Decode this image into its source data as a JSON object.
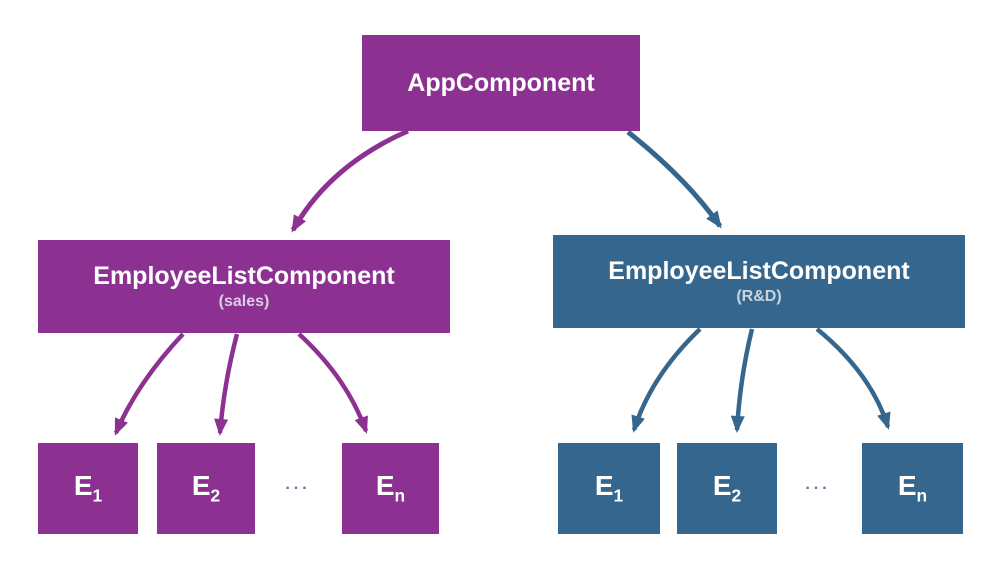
{
  "diagram": {
    "colors": {
      "background": "#ffffff",
      "purple": "#8c3191",
      "blue": "#35678e",
      "label": "#ffffff",
      "sub_sales": "#d8d0e0",
      "sub_rnd": "#c8d3dc",
      "ellipsis": "#54779e"
    },
    "root": {
      "label": "AppComponent"
    },
    "groups": [
      {
        "id": "sales",
        "parent": {
          "label": "EmployeeListComponent",
          "sublabel": "(sales)"
        },
        "children": [
          {
            "base": "E",
            "sub": "1"
          },
          {
            "base": "E",
            "sub": "2"
          },
          {
            "base": "E",
            "sub": "n"
          }
        ],
        "ellipsis": "..."
      },
      {
        "id": "rnd",
        "parent": {
          "label": "EmployeeListComponent",
          "sublabel": "(R&D)"
        },
        "children": [
          {
            "base": "E",
            "sub": "1"
          },
          {
            "base": "E",
            "sub": "2"
          },
          {
            "base": "E",
            "sub": "n"
          }
        ],
        "ellipsis": "..."
      }
    ]
  }
}
